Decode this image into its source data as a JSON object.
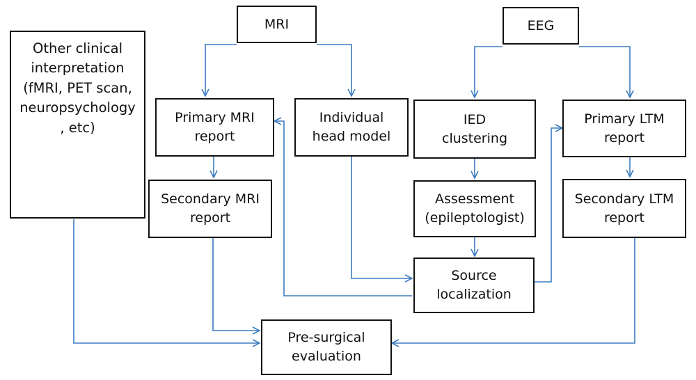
{
  "colors": {
    "arrow": "#3b7bbf",
    "box_border": "#111111",
    "text": "#111111"
  },
  "nodes": {
    "mri": "MRI",
    "eeg": "EEG",
    "other": "Other clinical\ninterpretation\n(fMRI, PET scan,\nneuropsychology\n, etc)",
    "primary_mri": "Primary MRI\nreport",
    "head_model": "Individual\nhead model",
    "ied": "IED\nclustering",
    "primary_ltm": "Primary LTM\nreport",
    "secondary_mri": "Secondary MRI\nreport",
    "assessment": "Assessment\n(epileptologist)",
    "secondary_ltm": "Secondary LTM\nreport",
    "source": "Source\nlocalization",
    "presurgical": "Pre-surgical\nevaluation"
  }
}
